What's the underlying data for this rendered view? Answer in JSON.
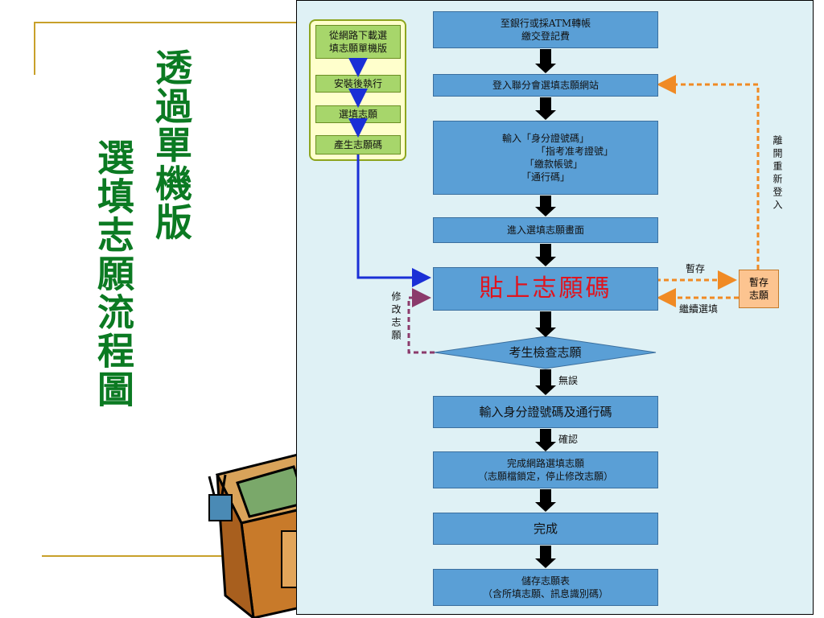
{
  "title": {
    "line1": "透過單機版",
    "line2": "選填志願流程圖"
  },
  "download_group": {
    "steps": [
      {
        "lines": [
          "從網路下載選",
          "填志願單機版"
        ]
      },
      {
        "lines": [
          "安裝後執行"
        ]
      },
      {
        "lines": [
          "選填志願"
        ]
      },
      {
        "lines": [
          "產生志願碼"
        ]
      }
    ]
  },
  "main_flow": {
    "step1": {
      "lines": [
        "至銀行或採ATM轉帳",
        "繳交登記費"
      ]
    },
    "step2": {
      "lines": [
        "登入聯分會選填志願網站"
      ]
    },
    "step3": {
      "lines": [
        "輸入「身分證號碼」",
        "「指考准考證號」",
        "「繳款帳號」",
        "「通行碼」"
      ]
    },
    "step4": {
      "lines": [
        "進入選填志願畫面"
      ]
    },
    "step5": {
      "label": "貼上志願碼"
    },
    "decision": {
      "label": "考生檢查志願"
    },
    "step6": {
      "lines": [
        "輸入身分證號碼及通行碼"
      ]
    },
    "step7": {
      "lines": [
        "完成網路選填志願",
        "（志願檔鎖定，停止修改志願）"
      ]
    },
    "step8": {
      "lines": [
        "完成"
      ]
    },
    "step9": {
      "lines": [
        "儲存志願表",
        "（含所填志願、訊息識別碼）"
      ]
    }
  },
  "labels": {
    "no_error": "無誤",
    "confirm": "確認",
    "modify": "修改志願",
    "temp_save": "暫存",
    "continue": "繼續選填",
    "relogin": "離開重新登入"
  },
  "temp_box": {
    "lines": [
      "暫存",
      "志願"
    ]
  },
  "colors": {
    "title_green": "#0b7a22",
    "process_blue": "#5a9fd6",
    "panel_bg": "#dff1f5",
    "highlight_red": "#e0141e",
    "dashed_orange": "#f08a24",
    "dashed_purple": "#8b3a6b"
  }
}
